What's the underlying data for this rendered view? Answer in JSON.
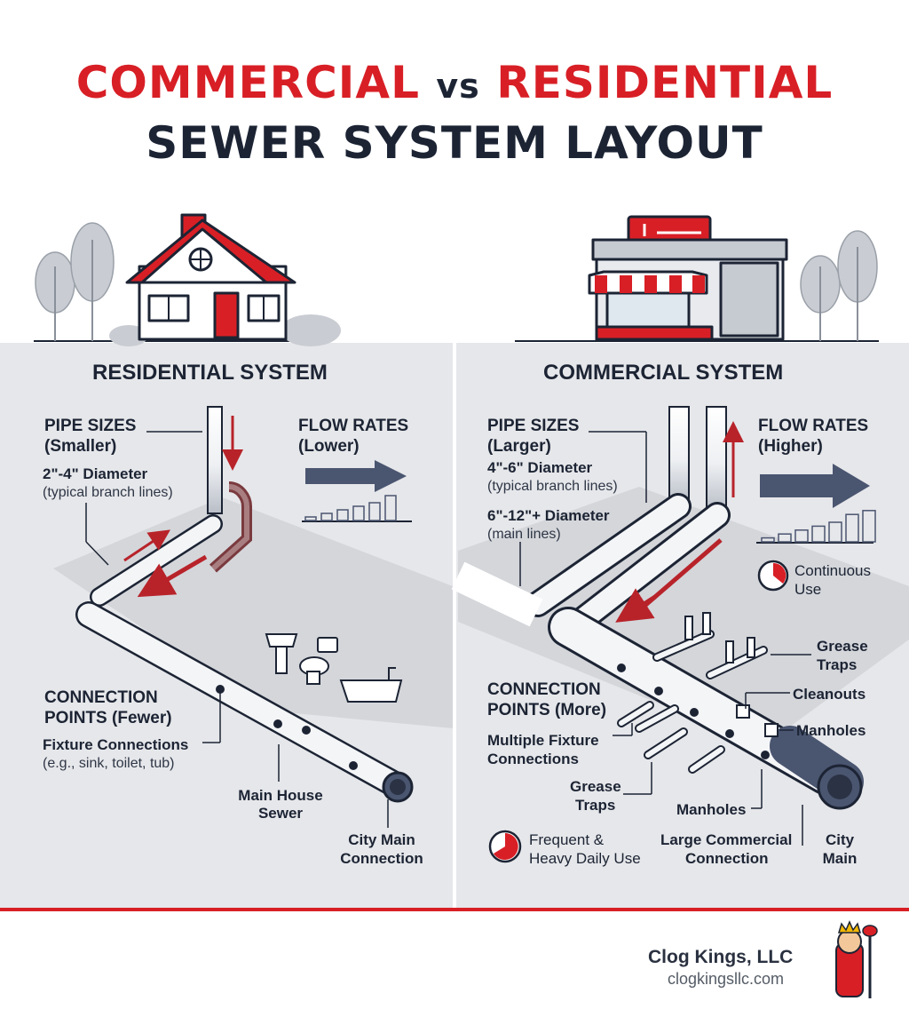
{
  "title": {
    "part1": "COMMERCIAL",
    "vs": "vs",
    "part2": "RESIDENTIAL",
    "line2": "SEWER SYSTEM LAYOUT"
  },
  "residential": {
    "heading": "RESIDENTIAL SYSTEM",
    "pipe_sizes_title": "PIPE SIZES",
    "pipe_sizes_qual": "(Smaller)",
    "diameter": "2\"-4\" Diameter",
    "diameter_note": "(typical branch lines)",
    "flow_title": "FLOW RATES",
    "flow_qual": "(Lower)",
    "connection_title": "CONNECTION",
    "connection_qual": "POINTS (Fewer)",
    "fixture": "Fixture Connections",
    "fixture_note": "(e.g., sink, toilet, tub)",
    "main_house_1": "Main House",
    "main_house_2": "Sewer",
    "city_1": "City Main",
    "city_2": "Connection",
    "usage_1": "Frequent &",
    "usage_2": "Heavy Daily Use",
    "flow_bars": [
      1,
      2,
      3,
      4,
      5,
      7
    ]
  },
  "commercial": {
    "heading": "COMMERCIAL SYSTEM",
    "pipe_sizes_title": "PIPE SIZES",
    "pipe_sizes_qual": "(Larger)",
    "diameter": "4\"-6\" Diameter",
    "diameter_note": "(typical branch lines)",
    "main_diameter": "6\"-12\"+ Diameter",
    "main_note": "(main lines)",
    "flow_title": "FLOW RATES",
    "flow_qual": "(Higher)",
    "continuous_1": "Continuous",
    "continuous_2": "Use",
    "connection_title": "CONNECTION",
    "connection_qual": "POINTS (More)",
    "multiple_1": "Multiple Fixture",
    "multiple_2": "Connections",
    "grease_right_1": "Grease",
    "grease_right_2": "Traps",
    "cleanouts": "Cleanouts",
    "manholes_right": "Manholes",
    "grease_left_1": "Grease",
    "grease_left_2": "Traps",
    "manholes_bottom": "Manholes",
    "large_1": "Large Commercial",
    "large_2": "Connection",
    "city_1": "City",
    "city_2": "Main",
    "flow_bars": [
      1,
      2,
      3,
      4,
      5,
      7,
      8
    ]
  },
  "brand": {
    "name": "Clog Kings, LLC",
    "url": "clogkingsllc.com"
  },
  "colors": {
    "red": "#d81f26",
    "navy": "#1c2434",
    "panel": "#e6e7ea",
    "pipe_dark": "#4a5570"
  }
}
